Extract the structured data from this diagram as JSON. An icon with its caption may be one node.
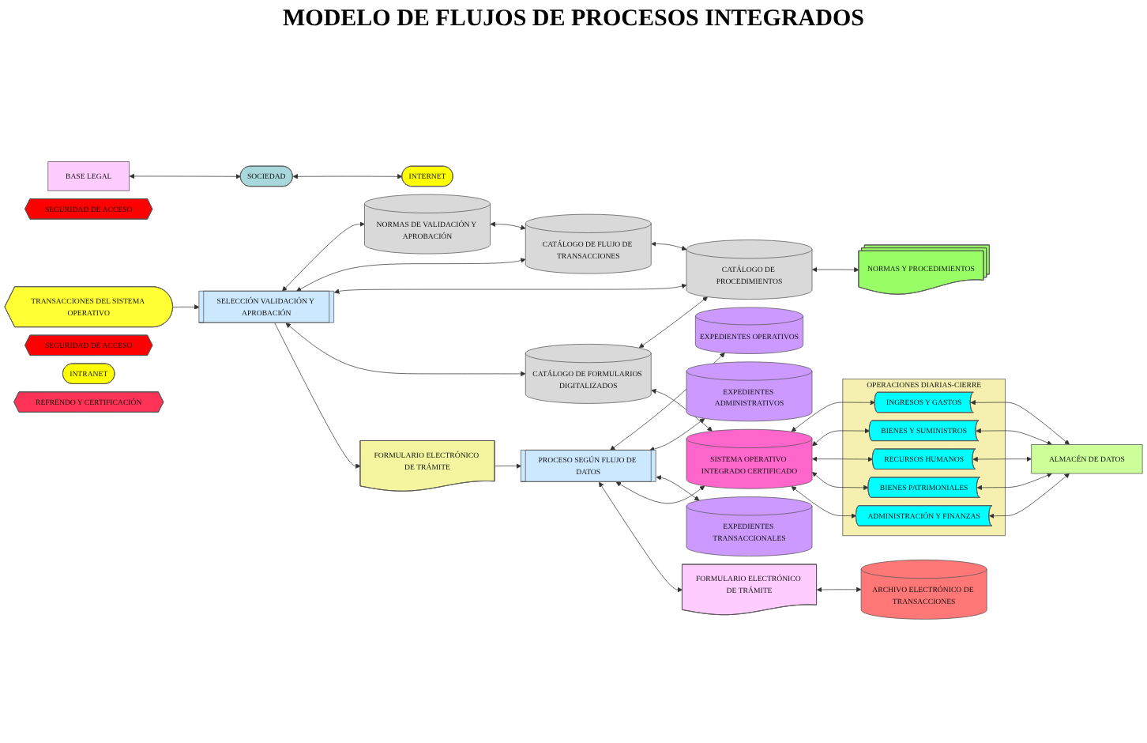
{
  "diagram": {
    "title": "MODELO DE FLUJOS DE PROCESOS INTEGRADOS",
    "nodes": [
      {
        "text": [
          "NORMAS DE VALIDACIÓN Y APROBACIÓN"
        ]
      },
      {
        "text": [
          "CATÁLOGO DE FLUJO DE TRANSACCIONES"
        ]
      },
      {
        "text": [
          "CATÁLOGO DE PROCEDIMIENTOS"
        ]
      },
      {
        "text": [
          "BASE LEGAL"
        ]
      },
      {
        "text": [
          "NORMAS Y PROCEDIMIENTOS"
        ]
      },
      {
        "text": [
          "SOCIEDAD"
        ]
      },
      {
        "text": [
          "INTERNET"
        ]
      },
      {
        "text": [
          "SEGURIDAD DE ACCESO"
        ]
      },
      {
        "text": [
          "TRANSACCIONES DEL SISTEMA OPERATIVO"
        ]
      },
      {
        "text": [
          "SELECCIÓN VALIDACIÓN Y APROBACIÓN"
        ]
      },
      {
        "text": [
          "CATÁLOGO DE FORMULARIOS DIGITALIZADOS"
        ]
      },
      {
        "text": [
          "OPERACIONES DIARIAS-CIERRE"
        ]
      },
      {
        "text": [
          "INGRESOS Y GASTOS"
        ],
        "in": 11
      },
      {
        "text": [
          "BIENES Y SUMINISTROS"
        ],
        "in": 11
      },
      {
        "text": [
          "RECURSOS HUMANOS"
        ],
        "in": 11
      },
      {
        "text": [
          "BIENES PATRIMONIALES"
        ],
        "in": 11
      },
      {
        "text": [
          "ADMINISTRACIÓN Y FINANZAS"
        ],
        "in": 11
      },
      {
        "text": [
          "ALMACÉN DE DATOS"
        ]
      },
      {
        "text": [
          "SEGURIDAD DE ACCESO"
        ]
      },
      {
        "text": [
          "INTRANET"
        ]
      },
      {
        "text": [
          "FORMULARIO ELECTRÓNICO DE TRÁMITE"
        ]
      },
      {
        "text": [
          "EXPEDIENTES OPERATIVOS"
        ]
      },
      {
        "text": [
          "EXPEDIENTES ADMINISTRATIVOS"
        ]
      },
      {
        "text": [
          "EXPEDIENTES TRANSACCIONALES"
        ]
      },
      {
        "text": [
          "PROCESO SEGÚN FLUJO DE DATOS"
        ]
      },
      {
        "text": [
          "SISTEMA OPERATIVO INTEGRADO CERTIFICADO"
        ]
      },
      {
        "text": [
          "REFRENDO Y CERTIFICACIÓN"
        ]
      },
      {
        "text": [
          "FORMULARIO ELECTRÓNICO DE TRÁMITE"
        ]
      },
      {
        "text": [
          "ARCHIVO ELECTRÓNICO DE TRANSACCIONES"
        ]
      }
    ],
    "edges": [
      {
        "from": 0,
        "to": 1,
        "arrow": "both"
      },
      {
        "from": 1,
        "to": 2,
        "arrow": "both"
      },
      {
        "from": 2,
        "to": 4,
        "arrow": "both"
      },
      {
        "from": 3,
        "to": 5,
        "arrow": "both"
      },
      {
        "from": 5,
        "to": 6,
        "arrow": "both"
      },
      {
        "from": 9,
        "to": 0,
        "arrow": "both"
      },
      {
        "from": 9,
        "to": 1,
        "arrow": "both"
      },
      {
        "from": 9,
        "to": 2,
        "arrow": "both"
      },
      {
        "from": 10,
        "to": 2,
        "arrow": "both"
      },
      {
        "from": 8,
        "to": 9,
        "arrow": "to"
      },
      {
        "from": 9,
        "to": 10,
        "arrow": "both"
      },
      {
        "from": 9,
        "to": 20,
        "arrow": "to"
      },
      {
        "from": 20,
        "to": 24,
        "arrow": "to"
      },
      {
        "from": 24,
        "to": 21,
        "arrow": "both"
      },
      {
        "from": 24,
        "to": 22,
        "arrow": "both"
      },
      {
        "from": 24,
        "to": 23,
        "arrow": "both"
      },
      {
        "from": 24,
        "to": 25,
        "arrow": "both"
      },
      {
        "from": 10,
        "to": 25,
        "arrow": "both"
      },
      {
        "from": 24,
        "to": 27,
        "arrow": "both"
      },
      {
        "from": 27,
        "to": 28,
        "arrow": "both"
      },
      {
        "from": 25,
        "to": 12,
        "arrow": "both"
      },
      {
        "from": 25,
        "to": 13,
        "arrow": "both"
      },
      {
        "from": 25,
        "to": 14,
        "arrow": "both"
      },
      {
        "from": 25,
        "to": 15,
        "arrow": "both"
      },
      {
        "from": 25,
        "to": 16,
        "arrow": "both"
      },
      {
        "from": 12,
        "to": 17,
        "arrow": "both"
      },
      {
        "from": 13,
        "to": 17,
        "arrow": "both"
      },
      {
        "from": 14,
        "to": 17,
        "arrow": "both"
      },
      {
        "from": 15,
        "to": 17,
        "arrow": "both"
      },
      {
        "from": 16,
        "to": 17,
        "arrow": "both"
      }
    ]
  }
}
